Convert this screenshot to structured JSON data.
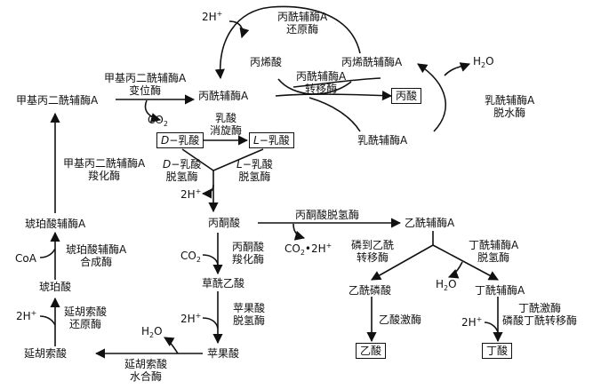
{
  "labels": {
    "h_top": "2H",
    "plus": "+",
    "pyruvyl_coa_reductase": [
      "丙酰辅酶A",
      "还原酶"
    ],
    "acrylic_acid": "丙烯酸",
    "acryloyl_coa": "丙烯酰辅酶A",
    "h2o": "H",
    "h2o_sub": "2",
    "h2o_o": "O",
    "propionyl_coa_transferase": [
      "丙酰辅酶A",
      "转移酶"
    ],
    "propionyl_coa": "丙酰辅酶A",
    "propionic_acid": "丙酸",
    "lactoyl_coa_dehydratase": [
      "乳酰辅酶A",
      "脱水酶"
    ],
    "lactoyl_coa": "乳酰辅酶A",
    "methylmalonyl_coa": "甲基丙二酰辅酶A",
    "methylmalonyl_coa_mutase": [
      "甲基丙二酰辅酶A",
      "变位酶"
    ],
    "co2": "CO",
    "co2_sub": "2",
    "lactate_racemase": [
      "乳酸",
      "消旋酶"
    ],
    "d_lactic": "D",
    "d_lactic_rest": "−乳酸",
    "l_lactic": "L",
    "l_lactic_rest": "−乳酸",
    "d_ldh": [
      "−乳酸",
      "脱氢酶"
    ],
    "l_ldh": [
      "−乳酸",
      "脱氢酶"
    ],
    "methylmalonyl_carboxylase": [
      "甲基丙二酰辅酶A",
      "羧化酶"
    ],
    "pyruvate": "丙酮酸",
    "pdh": "丙酮酸脱氢酶",
    "acetyl_coa": "乙酰辅酶A",
    "co2_2h": "CO",
    "co2_2h_rest": "•2H",
    "succinyl_coa": "琥珀酸辅酶A",
    "succinyl_coa_synthetase": [
      "琥珀酸辅酶A",
      "合成酶"
    ],
    "coa": "CoA",
    "pyruvate_carboxylase": [
      "丙酮酸",
      "羧化酶"
    ],
    "phosphotransacetylase": [
      "磷到乙酰",
      "转移酶"
    ],
    "butyryl_coa_dh": [
      "丁酰辅酶A",
      "脱氢酶"
    ],
    "succinate": "琥珀酸",
    "oxaloacetate": "草酰乙酸",
    "acetyl_phosphate": "乙酰磷酸",
    "butyryl_coa": "丁酰辅酶A",
    "fumarate_reductase": [
      "延胡索酸",
      "还原酶"
    ],
    "malate_dh": [
      "苹果酸",
      "脱氢酶"
    ],
    "acetate_kinase": "乙酸激酶",
    "butyrate_kinase": [
      "丁酰激酶",
      "磷酸丁酰转移酶"
    ],
    "fumarate": "延胡索酸",
    "malate": "苹果酸",
    "fumarase": [
      "延胡索酸",
      "水合酶"
    ],
    "acetic_acid": "乙酸",
    "butyric_acid": "丁酸"
  }
}
